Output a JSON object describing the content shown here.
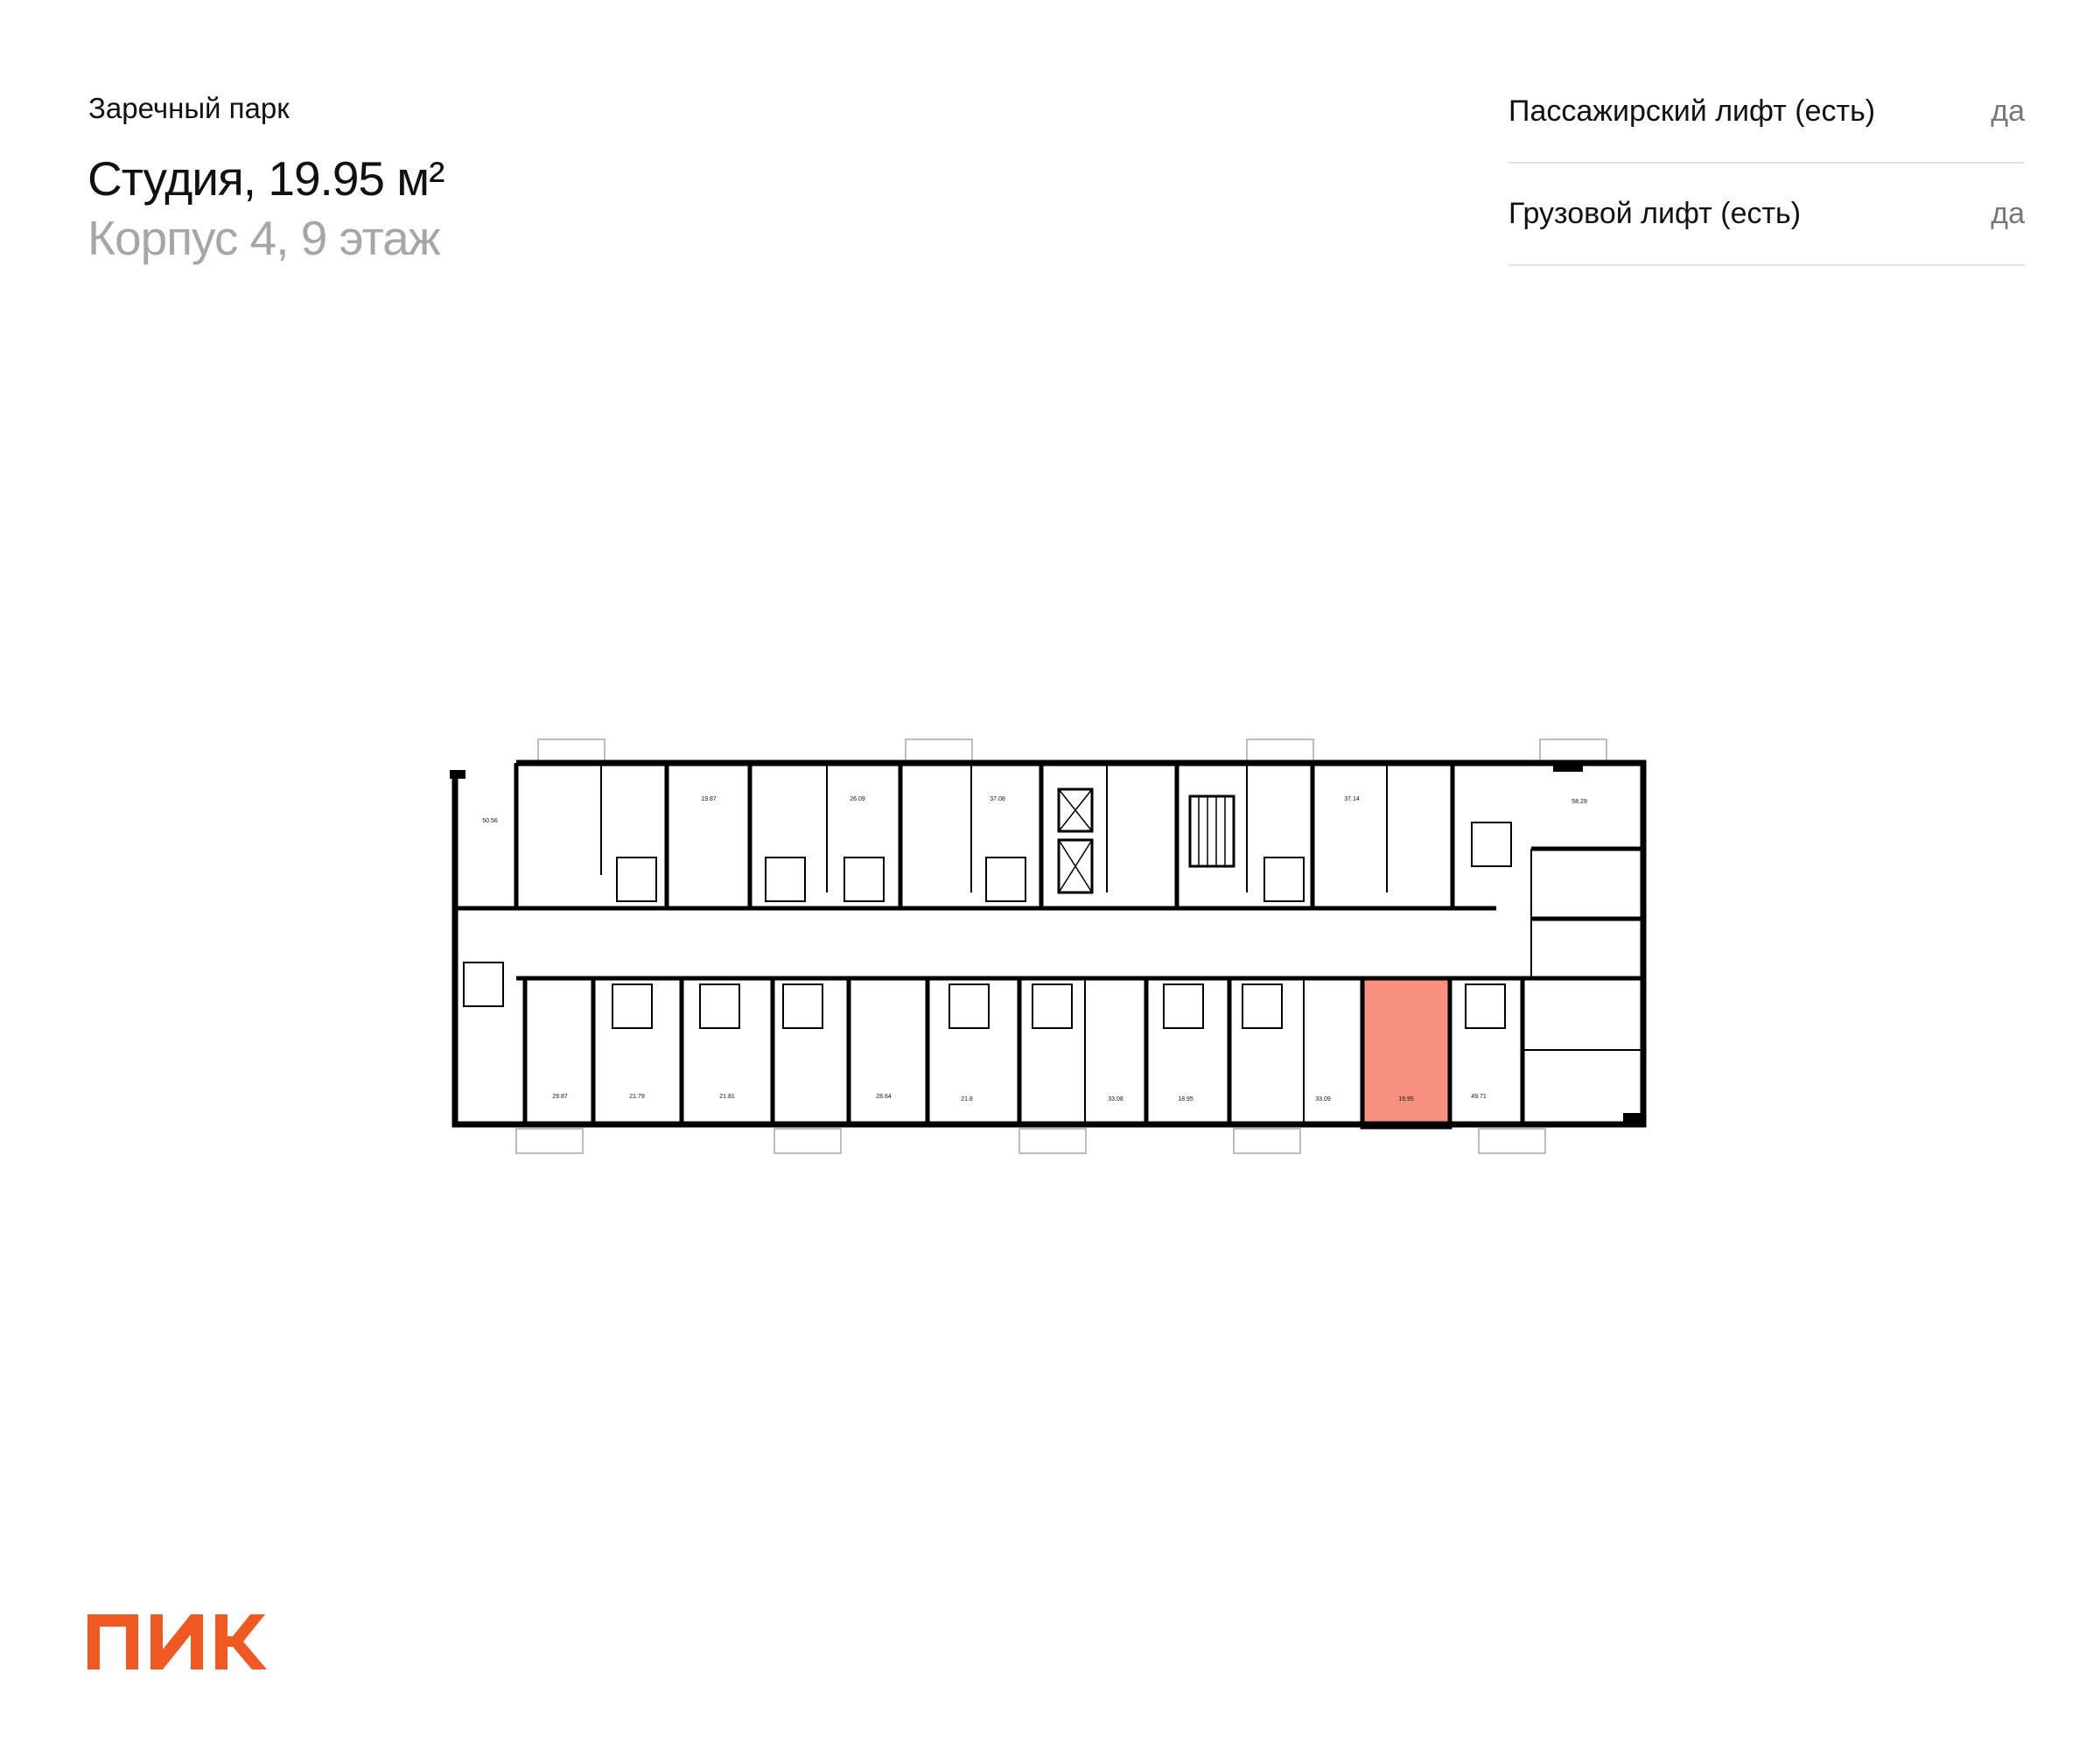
{
  "header": {
    "complex_name": "Заречный парк",
    "apartment_title": "Студия, 19.95 м²",
    "apartment_subtitle": "Корпус 4, 9 этаж"
  },
  "features": [
    {
      "label": "Пассажирский лифт (есть)",
      "value": "да"
    },
    {
      "label": "Грузовой лифт (есть)",
      "value": "да"
    }
  ],
  "floor_plan": {
    "highlight_color": "#f47d68",
    "wall_color": "#000000",
    "top_areas": [
      "50.56",
      "19.87",
      "26.09",
      "37.08",
      "37.14",
      "58.29"
    ],
    "bottom_areas": [
      "29.87",
      "21.79",
      "21.81",
      "28.64",
      "21.8",
      "33.08",
      "18.95",
      "33.09",
      "19.95",
      "49.71"
    ],
    "selected_area": "19.95"
  },
  "brand": {
    "logo_text": "ПИК",
    "color": "#f05a22"
  }
}
